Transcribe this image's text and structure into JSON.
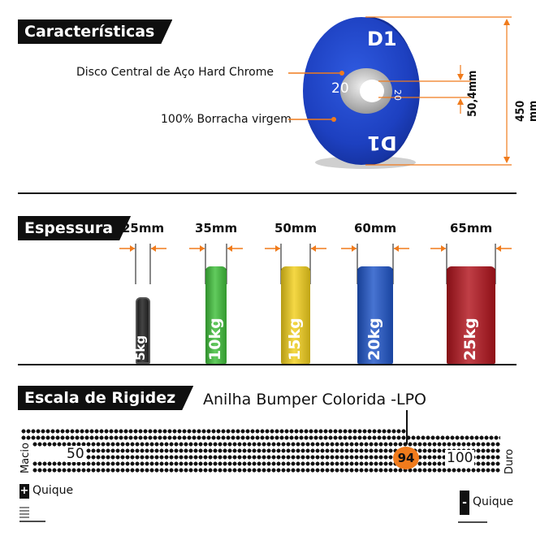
{
  "sections": {
    "features_title": "Características",
    "thickness_title": "Espessura",
    "hardness_title": "Escala de  Rigidez"
  },
  "features": {
    "callout_core": "Disco Central de Aço Hard Chrome",
    "callout_rubber": "100% Borracha virgem",
    "dim_hole": "50,4mm",
    "dim_diameter": "450 mm",
    "plate_logo": "D1",
    "plate_weight": "20",
    "plate_weight_mirror": "20"
  },
  "thickness": {
    "plates": [
      {
        "width": "25mm",
        "weight": "5kg",
        "color": "#1b1b1b"
      },
      {
        "width": "35mm",
        "weight": "10kg",
        "color": "#3fbf3a"
      },
      {
        "width": "50mm",
        "weight": "15kg",
        "color": "#f2cf1c"
      },
      {
        "width": "60mm",
        "weight": "20kg",
        "color": "#1f55c8"
      },
      {
        "width": "65mm",
        "weight": "25kg",
        "color": "#b2141d"
      }
    ]
  },
  "hardness": {
    "product_label": "Anilha  Bumper Colorida -LPO",
    "left_end": "Macio",
    "right_end": "Duro",
    "value_min": "50",
    "value_max": "100",
    "marker_value": "94",
    "marker_color": "#f07b1c",
    "bounce_more_symbol": "+",
    "bounce_more_label": "Quique",
    "bounce_less_symbol": "-",
    "bounce_less_label": "Quique"
  },
  "colors": {
    "accent_orange": "#f07b1c",
    "plate_blue": "#1f46c9"
  }
}
